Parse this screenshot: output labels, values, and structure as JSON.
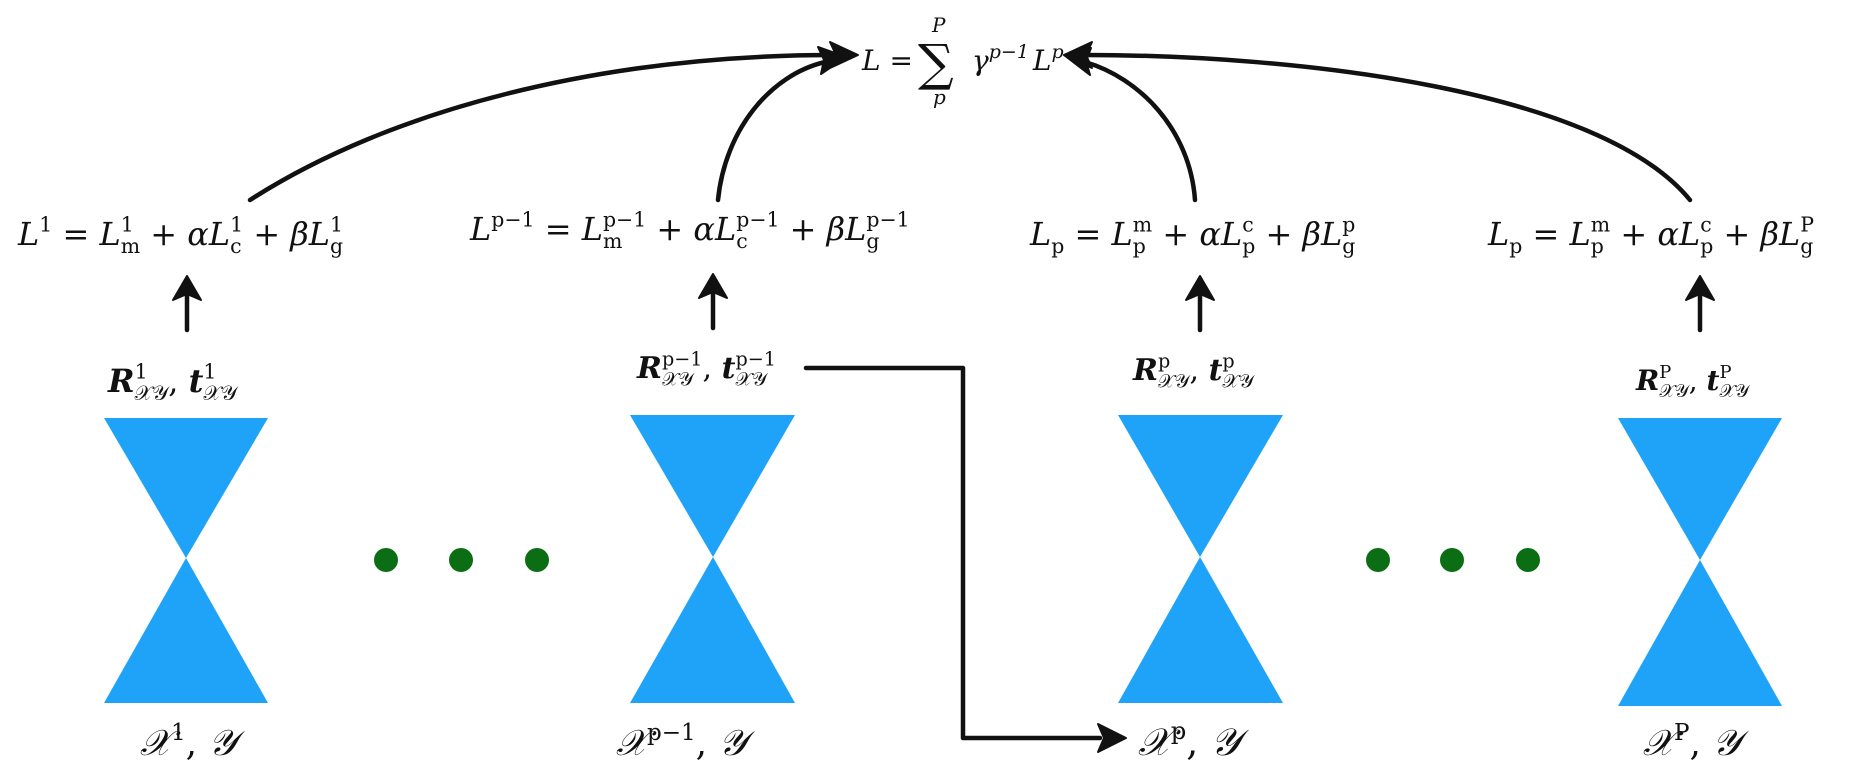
{
  "colors": {
    "hourglass": "#1fa3f9",
    "dots": "#0b6e15",
    "arrows": "#111111"
  },
  "total_loss": {
    "lhs": "L",
    "eq": " = ",
    "sum": "∑",
    "sum_top": "P",
    "sum_bottom": "p",
    "gamma": "γ",
    "gamma_exp": "p−1",
    "L": "L",
    "L_exp": "p"
  },
  "stages": [
    {
      "loss": [
        {
          "t": "L",
          "c": "it"
        },
        {
          "t": "1",
          "c": "sup"
        },
        {
          "t": " = ",
          "c": ""
        },
        {
          "t": "L",
          "c": "it"
        },
        {
          "t": "1",
          "c": "sup"
        },
        {
          "t": "m",
          "c": "sub"
        },
        {
          "t": " + α",
          "c": "it"
        },
        {
          "t": "L",
          "c": "it"
        },
        {
          "t": "1",
          "c": "sup"
        },
        {
          "t": "c",
          "c": "sub"
        },
        {
          "t": " + β",
          "c": "it"
        },
        {
          "t": "L",
          "c": "it"
        },
        {
          "t": "1",
          "c": "sup"
        },
        {
          "t": "g",
          "c": "sub"
        }
      ],
      "pose": [
        {
          "t": "R",
          "c": "bf"
        },
        {
          "t": "1",
          "c": "sup"
        },
        {
          "t": "𝒳𝒴",
          "c": "sub"
        },
        {
          "t": ", ",
          "c": ""
        },
        {
          "t": "t",
          "c": "bf"
        },
        {
          "t": "1",
          "c": "sup"
        },
        {
          "t": "𝒳𝒴",
          "c": "sub"
        }
      ],
      "input": [
        {
          "t": "𝒳",
          "c": "cal"
        },
        {
          "t": "1",
          "c": "sup"
        },
        {
          "t": ", ",
          "c": ""
        },
        {
          "t": "𝒴",
          "c": "cal"
        }
      ]
    },
    {
      "loss": [
        {
          "t": "L",
          "c": "it"
        },
        {
          "t": "p−1",
          "c": "sup"
        },
        {
          "t": " = ",
          "c": ""
        },
        {
          "t": "L",
          "c": "it"
        },
        {
          "t": "p−1",
          "c": "sup"
        },
        {
          "t": "m",
          "c": "sub"
        },
        {
          "t": " + α",
          "c": "it"
        },
        {
          "t": "L",
          "c": "it"
        },
        {
          "t": "p−1",
          "c": "sup"
        },
        {
          "t": "c",
          "c": "sub"
        },
        {
          "t": " + β",
          "c": "it"
        },
        {
          "t": "L",
          "c": "it"
        },
        {
          "t": "p−1",
          "c": "sup"
        },
        {
          "t": "g",
          "c": "sub"
        }
      ],
      "pose": [
        {
          "t": "R",
          "c": "bf"
        },
        {
          "t": "p−1",
          "c": "sup"
        },
        {
          "t": "𝒳𝒴",
          "c": "sub"
        },
        {
          "t": ", ",
          "c": ""
        },
        {
          "t": "t",
          "c": "bf"
        },
        {
          "t": "p−1",
          "c": "sup"
        },
        {
          "t": "𝒳𝒴",
          "c": "sub"
        }
      ],
      "input": [
        {
          "t": "𝒳",
          "c": "cal"
        },
        {
          "t": "p−1",
          "c": "sup"
        },
        {
          "t": ", ",
          "c": ""
        },
        {
          "t": "𝒴",
          "c": "cal"
        }
      ]
    },
    {
      "loss": [
        {
          "t": "L",
          "c": "it"
        },
        {
          "t": "p",
          "c": "sub"
        },
        {
          "t": " = ",
          "c": ""
        },
        {
          "t": "L",
          "c": "it"
        },
        {
          "t": "m",
          "c": "sup"
        },
        {
          "t": "p",
          "c": "sub"
        },
        {
          "t": " + α",
          "c": "it"
        },
        {
          "t": "L",
          "c": "it"
        },
        {
          "t": "c",
          "c": "sup"
        },
        {
          "t": "p",
          "c": "sub"
        },
        {
          "t": " + β",
          "c": "it"
        },
        {
          "t": "L",
          "c": "it"
        },
        {
          "t": "p",
          "c": "sup"
        },
        {
          "t": "g",
          "c": "sub"
        }
      ],
      "pose": [
        {
          "t": "R",
          "c": "bf"
        },
        {
          "t": "p",
          "c": "sup"
        },
        {
          "t": "𝒳𝒴",
          "c": "sub"
        },
        {
          "t": ", ",
          "c": ""
        },
        {
          "t": "t",
          "c": "bf"
        },
        {
          "t": "p",
          "c": "sup"
        },
        {
          "t": "𝒳𝒴",
          "c": "sub"
        }
      ],
      "input": [
        {
          "t": "𝒳",
          "c": "cal"
        },
        {
          "t": "p",
          "c": "sup"
        },
        {
          "t": ", ",
          "c": ""
        },
        {
          "t": "𝒴",
          "c": "cal"
        }
      ]
    },
    {
      "loss": [
        {
          "t": "L",
          "c": "it"
        },
        {
          "t": "p",
          "c": "sub"
        },
        {
          "t": " = ",
          "c": ""
        },
        {
          "t": "L",
          "c": "it"
        },
        {
          "t": "m",
          "c": "sup"
        },
        {
          "t": "p",
          "c": "sub"
        },
        {
          "t": " + α",
          "c": "it"
        },
        {
          "t": "L",
          "c": "it"
        },
        {
          "t": "c",
          "c": "sup"
        },
        {
          "t": "p",
          "c": "sub"
        },
        {
          "t": " + β",
          "c": "it"
        },
        {
          "t": "L",
          "c": "it"
        },
        {
          "t": "P",
          "c": "sup"
        },
        {
          "t": "g",
          "c": "sub"
        }
      ],
      "pose": [
        {
          "t": "R",
          "c": "bf"
        },
        {
          "t": "P",
          "c": "sup"
        },
        {
          "t": "𝒳𝒴",
          "c": "sub"
        },
        {
          "t": ", ",
          "c": ""
        },
        {
          "t": "t",
          "c": "bf"
        },
        {
          "t": "P",
          "c": "sup"
        },
        {
          "t": "𝒳𝒴",
          "c": "sub"
        }
      ],
      "input": [
        {
          "t": "𝒳",
          "c": "cal"
        },
        {
          "t": "P",
          "c": "sup"
        },
        {
          "t": ", ",
          "c": ""
        },
        {
          "t": "𝒴",
          "c": "cal"
        }
      ]
    }
  ]
}
